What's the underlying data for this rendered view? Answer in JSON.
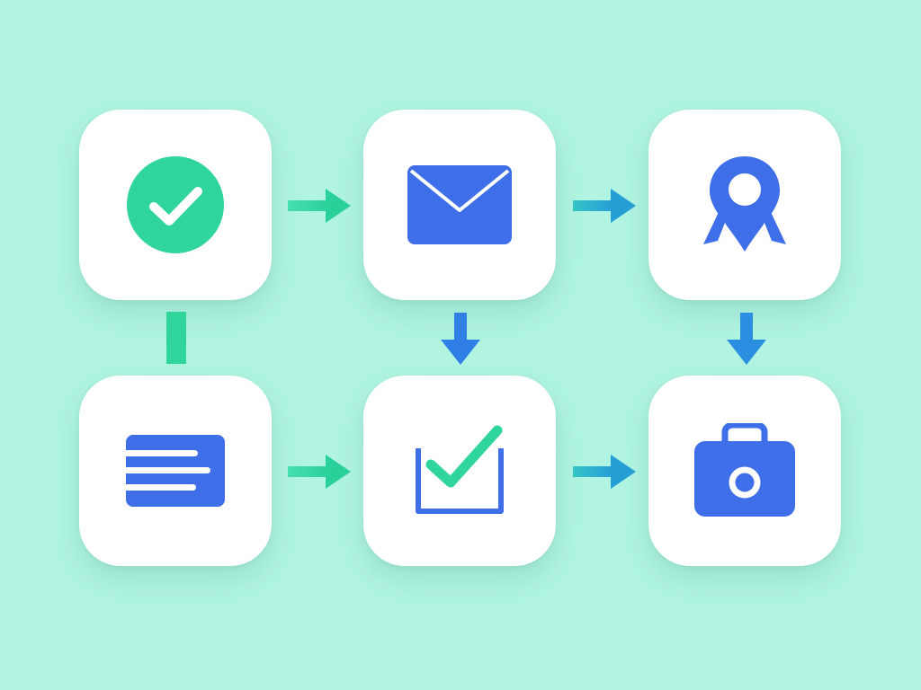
{
  "colors": {
    "background": "#b1f4e2",
    "tile": "#ffffff",
    "green": "#2fd59a",
    "blue": "#3f6fe8",
    "teal_blue": "#2aa9d2"
  },
  "steps": [
    {
      "id": 1,
      "icon": "check-circle-icon"
    },
    {
      "id": 2,
      "icon": "envelope-icon"
    },
    {
      "id": 3,
      "icon": "location-pin-icon"
    },
    {
      "id": 4,
      "icon": "text-lines-card-icon"
    },
    {
      "id": 5,
      "icon": "checked-box-icon"
    },
    {
      "id": 6,
      "icon": "camera-bag-icon"
    }
  ],
  "connections": [
    {
      "from": 1,
      "to": 2,
      "type": "arrow",
      "direction": "right"
    },
    {
      "from": 2,
      "to": 3,
      "type": "arrow",
      "direction": "right"
    },
    {
      "from": 1,
      "to": 4,
      "type": "line",
      "direction": "down"
    },
    {
      "from": 2,
      "to": 5,
      "type": "arrow",
      "direction": "down"
    },
    {
      "from": 3,
      "to": 6,
      "type": "arrow",
      "direction": "down"
    },
    {
      "from": 4,
      "to": 5,
      "type": "arrow",
      "direction": "right"
    },
    {
      "from": 5,
      "to": 6,
      "type": "arrow",
      "direction": "right"
    }
  ]
}
